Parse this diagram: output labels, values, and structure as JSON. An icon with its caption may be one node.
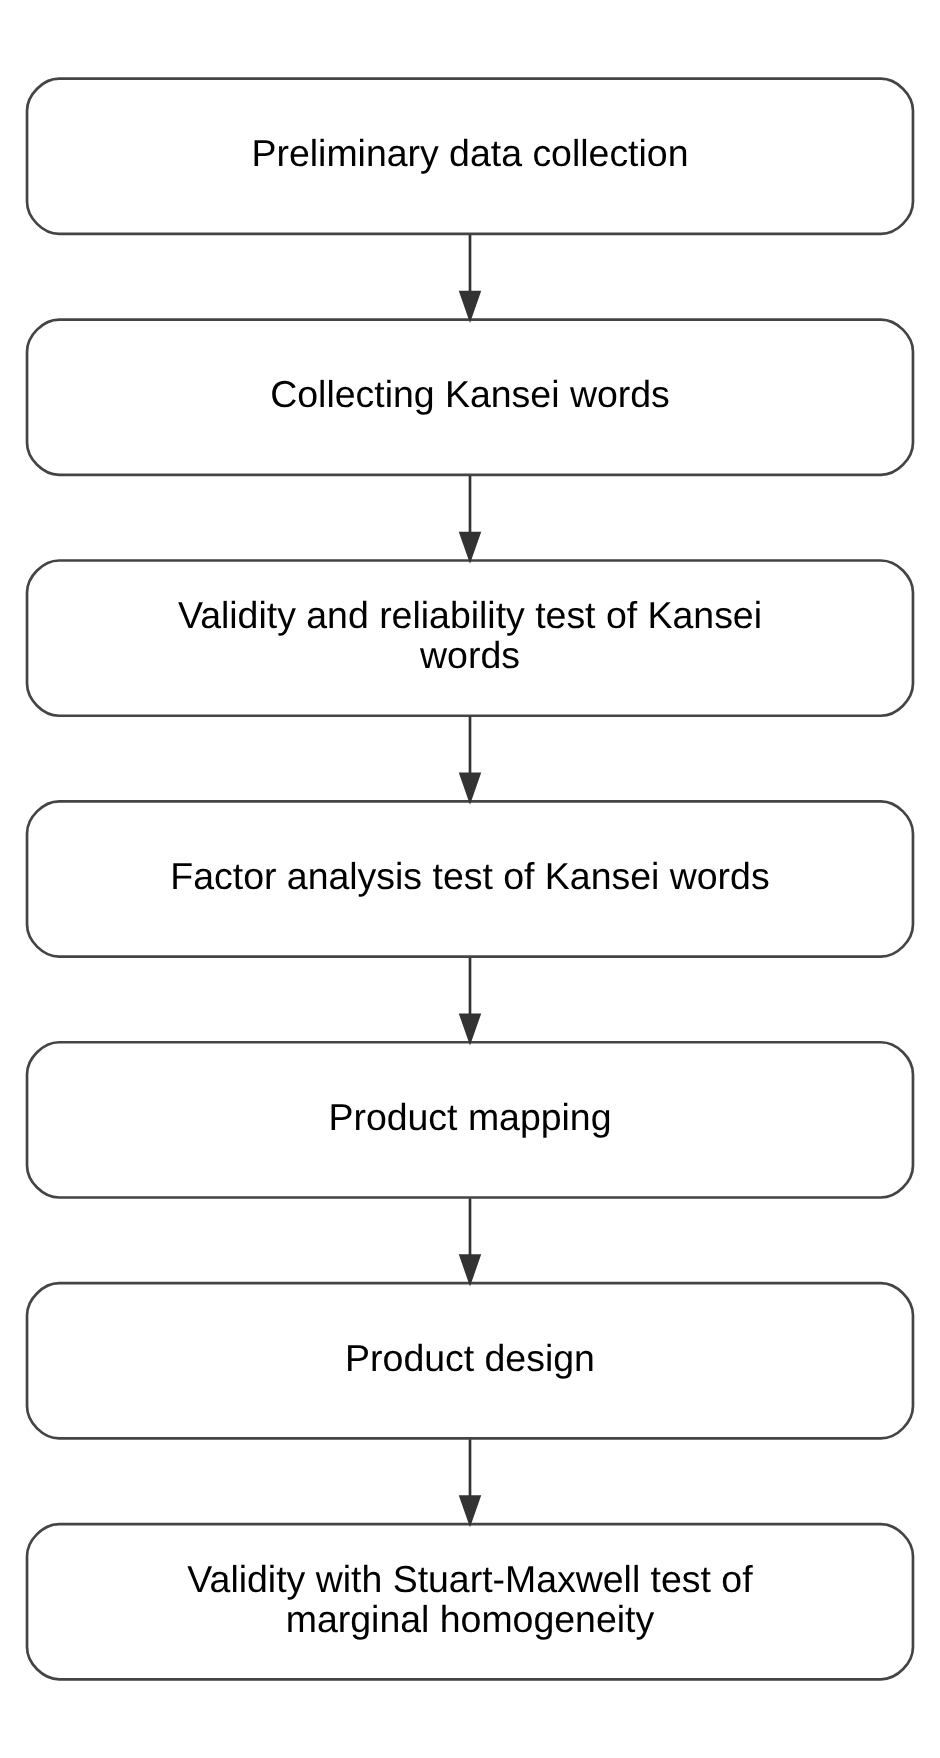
{
  "diagram": {
    "nodes": [
      {
        "text": [
          "Preliminary data collection"
        ]
      },
      {
        "text": [
          "Collecting Kansei words"
        ]
      },
      {
        "text": [
          "Validity and reliability test of Kansei words"
        ]
      },
      {
        "text": [
          "Factor analysis test of Kansei words"
        ]
      },
      {
        "text": [
          "Product mapping"
        ]
      },
      {
        "text": [
          "Product design"
        ]
      },
      {
        "text": [
          "Validity with Stuart-Maxwell test of marginal homogeneity"
        ]
      }
    ],
    "edges": [
      {
        "from": 0,
        "to": 1,
        "arrow": "to"
      },
      {
        "from": 1,
        "to": 2,
        "arrow": "to"
      },
      {
        "from": 2,
        "to": 3,
        "arrow": "to"
      },
      {
        "from": 3,
        "to": 4,
        "arrow": "to"
      },
      {
        "from": 4,
        "to": 5,
        "arrow": "to"
      },
      {
        "from": 5,
        "to": 6,
        "arrow": "to"
      }
    ]
  }
}
